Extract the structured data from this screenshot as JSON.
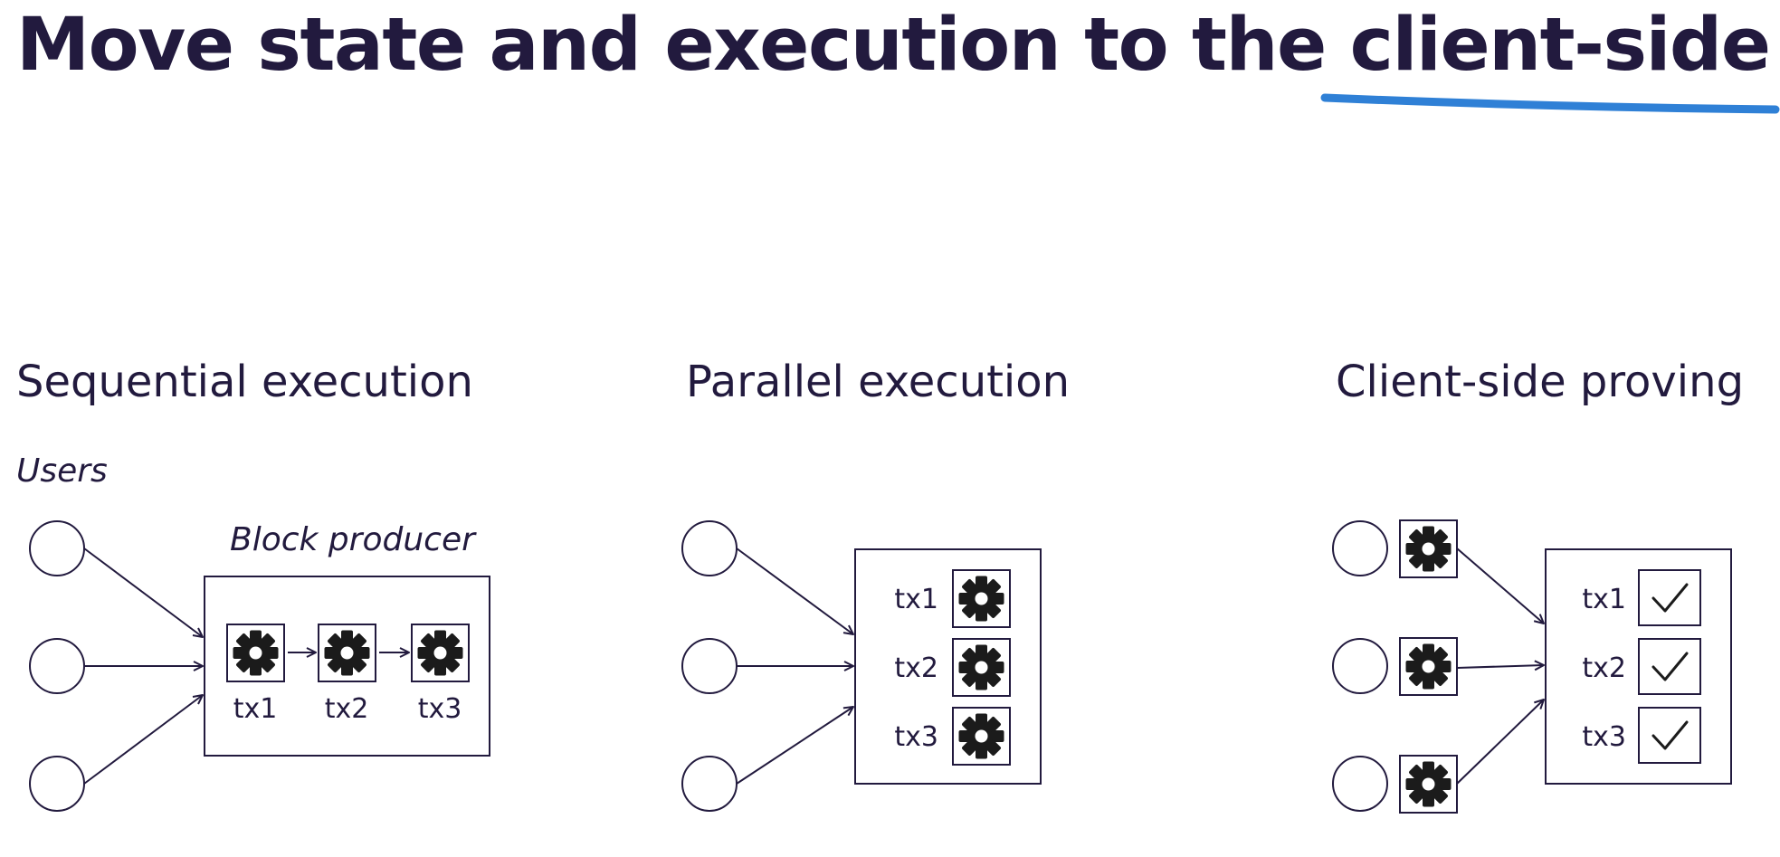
{
  "heading": {
    "prefix": "Move state and execution to the ",
    "emphasis": "client-side"
  },
  "colors": {
    "text": "#221a3e",
    "accent_underline": "#2f80d6",
    "gear": "#1b1b1b"
  },
  "sections": [
    {
      "title": "Sequential execution",
      "users_label": "Users",
      "box_label": "Block producer",
      "tx": [
        "tx1",
        "tx2",
        "tx3"
      ]
    },
    {
      "title": "Parallel execution",
      "tx": [
        "tx1",
        "tx2",
        "tx3"
      ]
    },
    {
      "title": "Client-side proving",
      "tx": [
        "tx1",
        "tx2",
        "tx3"
      ]
    }
  ],
  "icons": {
    "user": "user-circle-icon",
    "gear": "gear-icon",
    "check": "check-icon",
    "arrow": "arrow-icon"
  }
}
